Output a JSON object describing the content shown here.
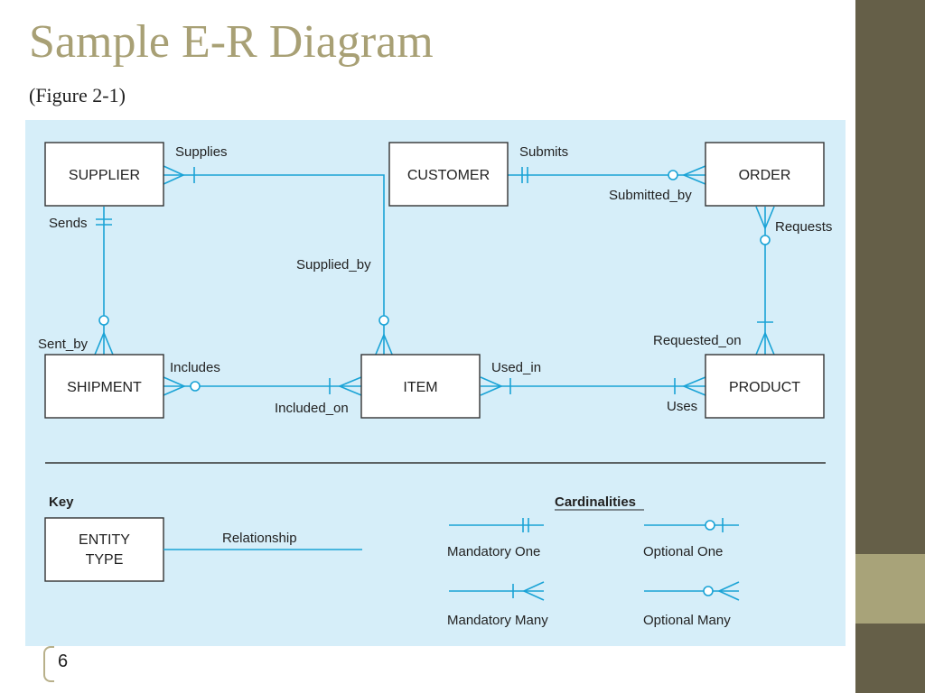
{
  "title": "Sample E-R Diagram",
  "subtitle": "(Figure 2-1)",
  "page_number": "6",
  "colors": {
    "title": "#a8a075",
    "panel_bg": "#d6eef9",
    "line": "#1aa3d6",
    "sidebar_dark": "#655f48",
    "sidebar_accent": "#a8a379"
  },
  "entities": {
    "supplier": "SUPPLIER",
    "customer": "CUSTOMER",
    "order": "ORDER",
    "shipment": "SHIPMENT",
    "item": "ITEM",
    "product": "PRODUCT"
  },
  "relationships": {
    "supplies": "Supplies",
    "submits": "Submits",
    "submitted_by": "Submitted_by",
    "sends": "Sends",
    "requests": "Requests",
    "supplied_by": "Supplied_by",
    "sent_by": "Sent_by",
    "requested_on": "Requested_on",
    "includes": "Includes",
    "used_in": "Used_in",
    "included_on": "Included_on",
    "uses": "Uses"
  },
  "key": {
    "heading": "Key",
    "entity_type": [
      "ENTITY",
      "TYPE"
    ],
    "relationship": "Relationship"
  },
  "cardinalities": {
    "heading": "Cardinalities",
    "mandatory_one": "Mandatory One",
    "optional_one": "Optional One",
    "mandatory_many": "Mandatory Many",
    "optional_many": "Optional Many"
  }
}
